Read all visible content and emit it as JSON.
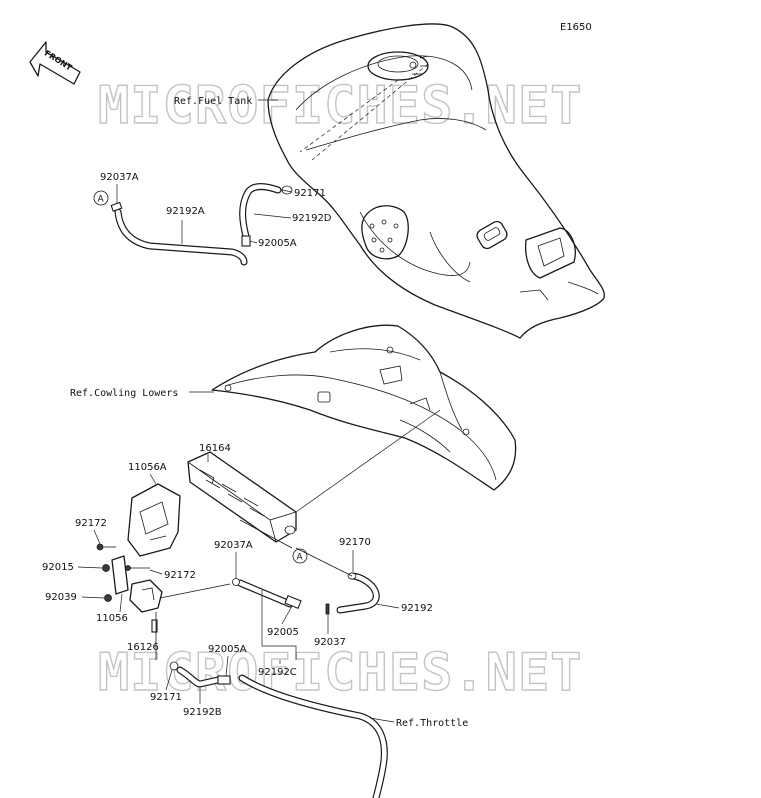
{
  "figure_code": "E1650",
  "watermark": "MICROFICHES.NET",
  "direction_label": "FRONT",
  "callouts": {
    "a": "A"
  },
  "refs": {
    "fuel_tank": "Ref.Fuel Tank",
    "cowling_lowers": "Ref.Cowling Lowers",
    "throttle": "Ref.Throttle"
  },
  "parts": {
    "p92037A_top": "92037A",
    "p92192A": "92192A",
    "p92171_top": "92171",
    "p92192D": "92192D",
    "p92005A_top": "92005A",
    "p16164": "16164",
    "p11056A": "11056A",
    "p92172_left": "92172",
    "p92015": "92015",
    "p92039": "92039",
    "p11056": "11056",
    "p92172_mid": "92172",
    "p92037A_mid": "92037A",
    "p92170": "92170",
    "p92192": "92192",
    "p92005": "92005",
    "p92037": "92037",
    "p16126": "16126",
    "p92005A_bot": "92005A",
    "p92192C": "92192C",
    "p92171_bot": "92171",
    "p92192B": "92192B"
  }
}
